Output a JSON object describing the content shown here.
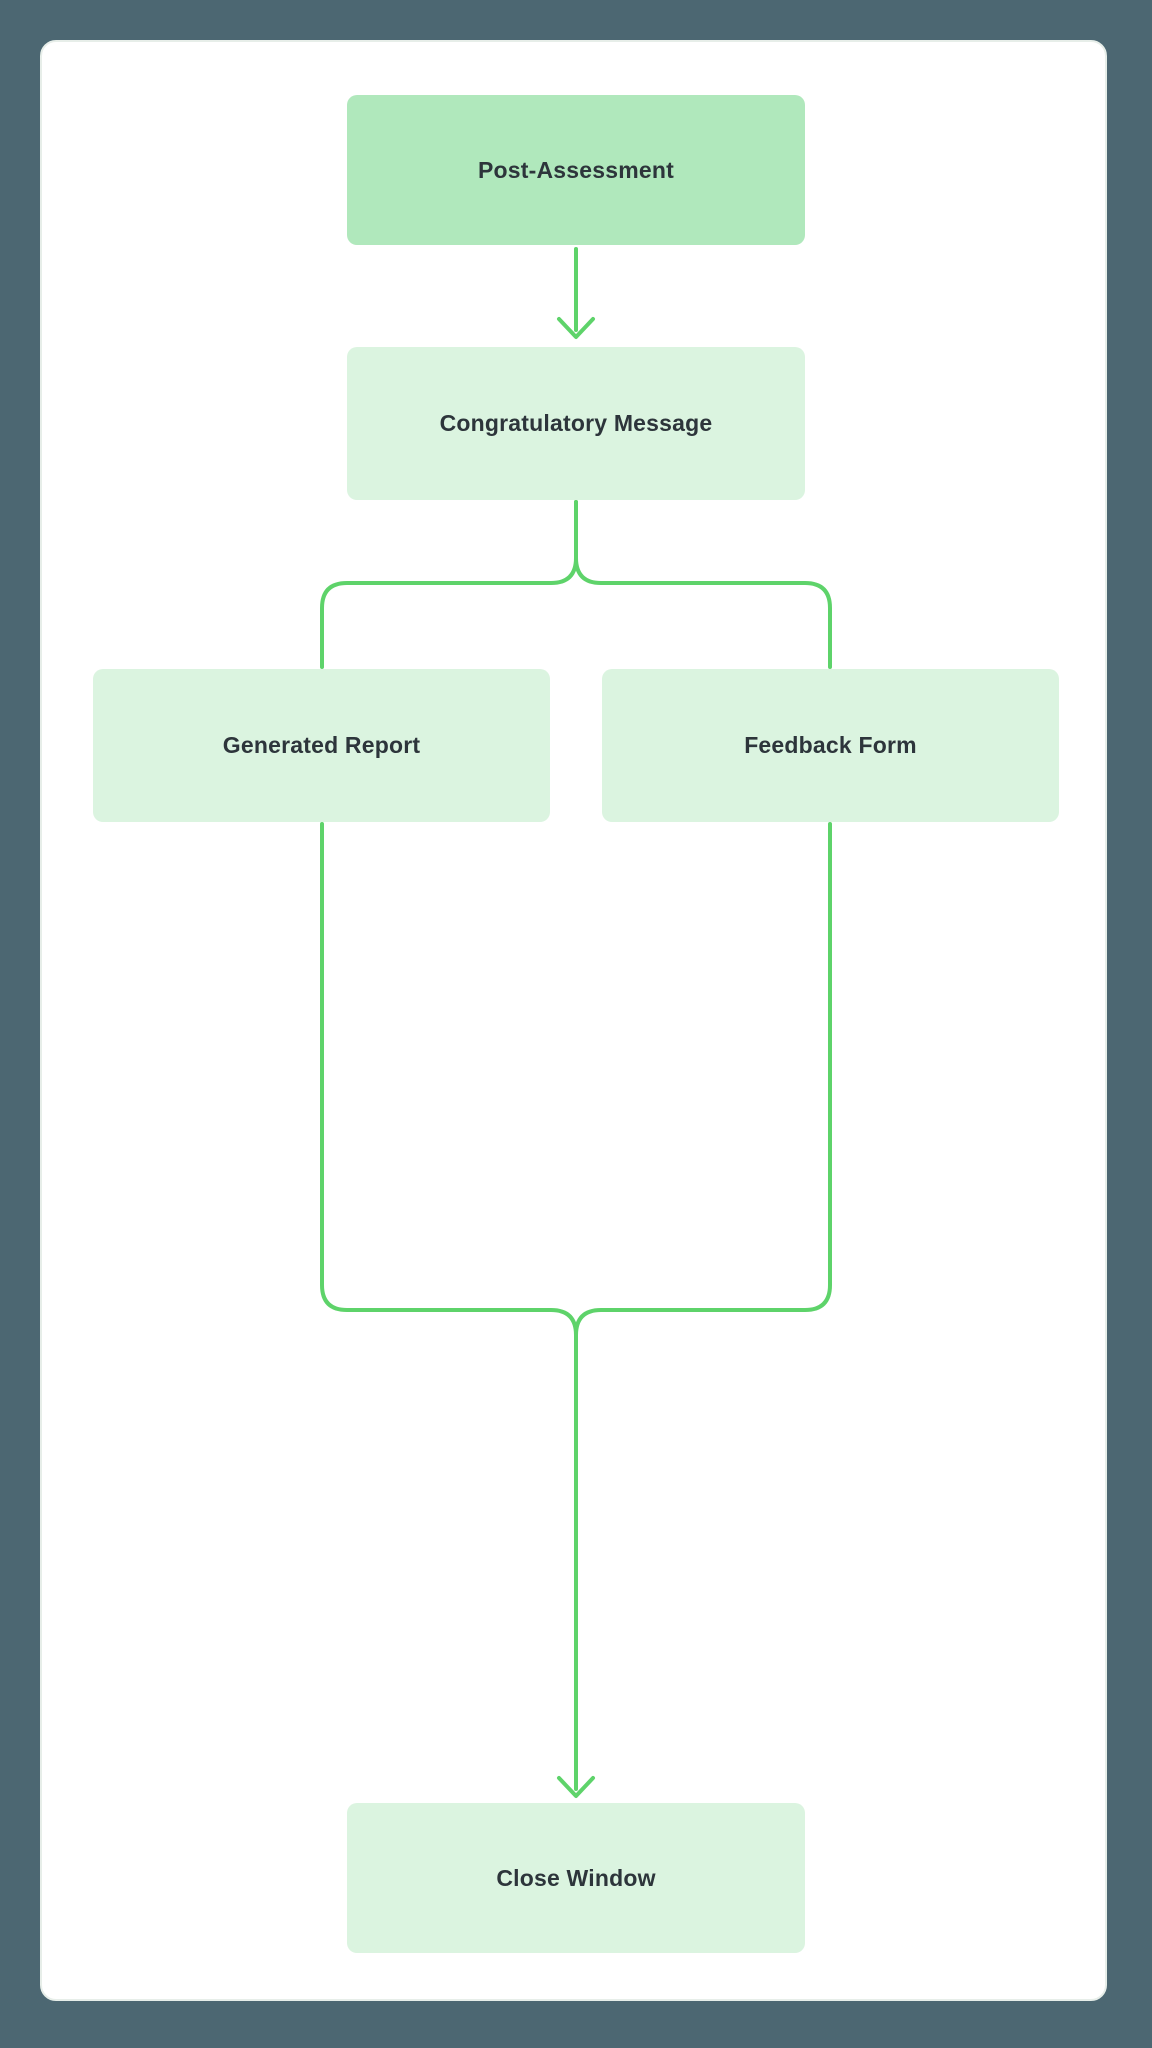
{
  "colors": {
    "background": "#4c6772",
    "card_fill": "#ffffff",
    "card_border": "#e7eee9",
    "node_primary_fill": "#b0e8bc",
    "node_secondary_fill": "#dbf4e0",
    "connector_stroke": "#5ed36a",
    "label_text": "#2d353b"
  },
  "flowchart": {
    "type": "flowchart",
    "direction": "top-down",
    "nodes": [
      {
        "id": "post-assessment",
        "label": "Post-Assessment",
        "variant": "primary"
      },
      {
        "id": "congratulatory-message",
        "label": "Congratulatory Message",
        "variant": "secondary"
      },
      {
        "id": "generated-report",
        "label": "Generated Report",
        "variant": "secondary"
      },
      {
        "id": "feedback-form",
        "label": "Feedback Form",
        "variant": "secondary"
      },
      {
        "id": "close-window",
        "label": "Close Window",
        "variant": "secondary"
      }
    ],
    "edges": [
      {
        "from": "Post-Assessment",
        "to": "Congratulatory Message",
        "style": "arrow"
      },
      {
        "from": "Congratulatory Message",
        "to": "Generated Report",
        "style": "branch"
      },
      {
        "from": "Congratulatory Message",
        "to": "Feedback Form",
        "style": "branch"
      },
      {
        "from": "Generated Report",
        "to": "Close Window",
        "style": "merge"
      },
      {
        "from": "Feedback Form",
        "to": "Close Window",
        "style": "merge-arrow"
      }
    ]
  }
}
